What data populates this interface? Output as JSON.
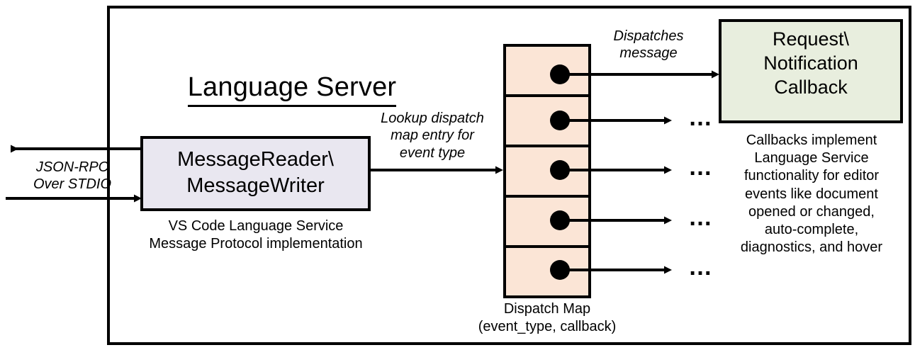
{
  "diagram": {
    "title": "Language Server",
    "outer_frame": {
      "name": "language-server-boundary"
    },
    "colors": {
      "stroke": "#000000",
      "message_box_fill": "#e9e7f0",
      "dispatch_map_fill": "#fbe5d6",
      "callback_box_fill": "#e8eede",
      "background": "#ffffff"
    },
    "external_io": {
      "label": "JSON-RPC\nOver STDIO",
      "outbound_arrow": "arrow-out-to-client",
      "inbound_arrow": "arrow-in-from-client"
    },
    "message_box": {
      "label": "MessageReader\\\nMessageWriter",
      "caption": "VS Code Language Service\nMessage Protocol implementation"
    },
    "lookup_edge": {
      "label": "Lookup dispatch\nmap entry for\nevent type"
    },
    "dispatch_map": {
      "caption": "Dispatch Map\n(event_type, callback)",
      "row_count": 5,
      "rows": [
        {
          "index": 0,
          "dot": "callback-pointer-dot",
          "target": "callback-box"
        },
        {
          "index": 1,
          "dot": "callback-pointer-dot",
          "target": "ellipsis"
        },
        {
          "index": 2,
          "dot": "callback-pointer-dot",
          "target": "ellipsis"
        },
        {
          "index": 3,
          "dot": "callback-pointer-dot",
          "target": "ellipsis"
        },
        {
          "index": 4,
          "dot": "callback-pointer-dot",
          "target": "ellipsis"
        }
      ],
      "ellipsis": "…"
    },
    "dispatch_edge": {
      "label": "Dispatches\nmessage"
    },
    "callback_box": {
      "label": "Request\\\nNotification\nCallback",
      "caption": "Callbacks implement\nLanguage Service\nfunctionality for editor\nevents like document\nopened or changed,\nauto-complete,\ndiagnostics, and hover"
    }
  }
}
